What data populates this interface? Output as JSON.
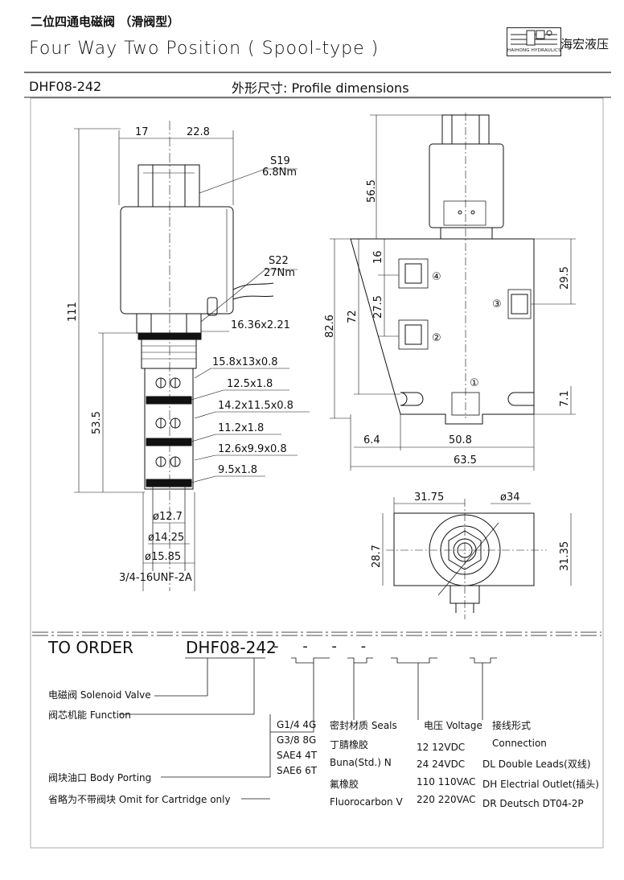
{
  "header": {
    "title_cn": "二位四通电磁阀 （滑阀型）",
    "title_en": "Four Way Two Position ( Spool-type )",
    "logo_cn": "海宏液压",
    "logo_en": "HAIHONG HYDRAULICS"
  },
  "subheader": {
    "model": "DHF08-242",
    "profile": "外形尺寸: Profile dimensions"
  },
  "side_view": {
    "dim_left": "17",
    "dim_right": "22.8",
    "hex_top": "S19",
    "hex_top_torque": "6.8Nm",
    "hex_nut": "S22",
    "hex_nut_torque": "27Nm",
    "overall_length": "111",
    "cartridge_length": "53.5",
    "oring_1": "16.36x2.21",
    "oring_2": "15.8x13x0.8",
    "oring_3": "12.5x1.8",
    "oring_4": "14.2x11.5x0.8",
    "oring_5": "11.2x1.8",
    "oring_6": "12.6x9.9x0.8",
    "oring_7": "9.5x1.8",
    "dia_1": "ø12.7",
    "dia_2": "ø14.25",
    "dia_3": "ø15.85",
    "thread": "3/4-16UNF-2A"
  },
  "front_view": {
    "coil_height": "56.5",
    "body_height": "82.6",
    "port_height": "72",
    "dim_16": "16",
    "dim_27_5": "27.5",
    "dim_29_5": "29.5",
    "dim_7_1": "7.1",
    "dim_6_4": "6.4",
    "dim_50_8": "50.8",
    "dim_63_5": "63.5",
    "port_1": "①",
    "port_2": "②",
    "port_3": "③",
    "port_4": "④"
  },
  "bottom_view": {
    "dim_31_75": "31.75",
    "dia_34": "ø34",
    "dim_28_7": "28.7",
    "dim_31_35": "31.35"
  },
  "order": {
    "title": "TO ORDER",
    "code": "DHF08-242",
    "placeholders": "-    -    -    -",
    "solenoid_valve": "电磁阀 Solenoid Valve",
    "function": "阀芯机能 Function",
    "body_porting": "阀块油口 Body Porting",
    "omit": "省略为不带阀块 Omit for Cartridge only",
    "ports": [
      "G1/4  4G",
      "G3/8  8G",
      "SAE4  4T",
      "SAE6  6T"
    ],
    "seals_title": "密封材质 Seals",
    "seals": [
      "丁腈橡胶",
      "Buna(Std.)   N",
      "氟橡胶",
      "Fluorocarbon  V"
    ],
    "voltage_title": "电压 Voltage",
    "voltages": [
      "12   12VDC",
      "24   24VDC",
      "110  110VAC",
      "220  220VAC"
    ],
    "connection_title": "接线形式",
    "connection_en": "Connection",
    "connections": [
      "DL  Double Leads(双线)",
      "DH  Electrial Outlet(插头)",
      "DR  Deutsch DT04-2P"
    ]
  }
}
